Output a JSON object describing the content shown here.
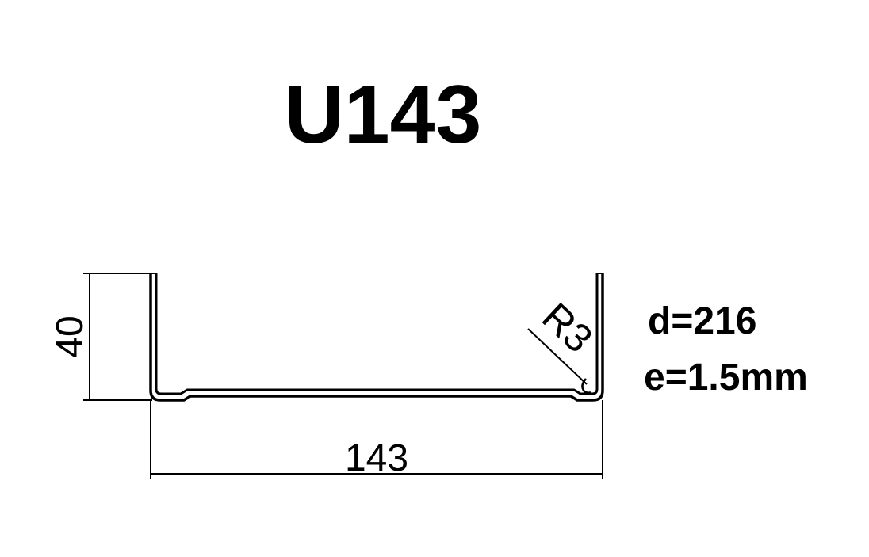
{
  "title": "U143",
  "profile": {
    "width_dimension": "143",
    "height_dimension": "40",
    "radius_label": "R3"
  },
  "specs": {
    "d": "d=216",
    "e": "e=1.5mm"
  },
  "colors": {
    "line": "#000000",
    "background": "#ffffff"
  }
}
